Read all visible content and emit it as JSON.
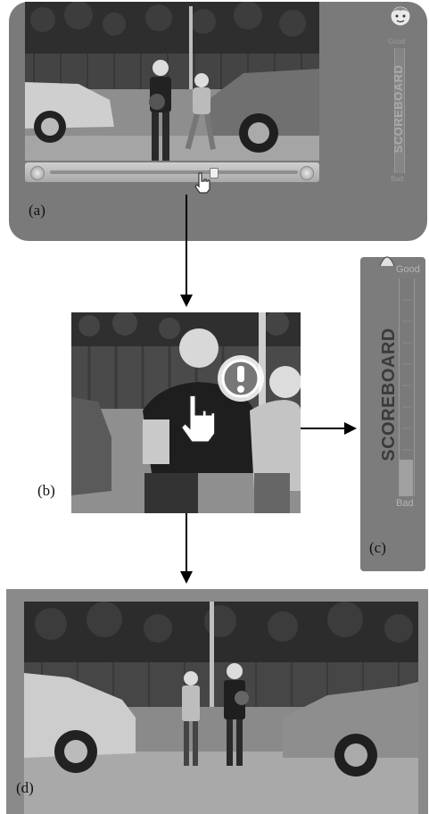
{
  "labels": {
    "a": "(a)",
    "b": "(b)",
    "c": "(c)",
    "d": "(d)"
  },
  "scoreboard": {
    "title": "SCOREBOARD",
    "good_label": "Good",
    "bad_label": "Bad",
    "level": 0.17
  },
  "video_player": {
    "progress": 0.66
  },
  "icons": {
    "cursor": "hand-pointer-icon",
    "alert": "exclamation-icon",
    "avatar": "boy-avatar-icon"
  },
  "colors": {
    "panel_gray": "#7a7a7a",
    "scoreboard_text": "#3a3a3a",
    "arrow": "#000000"
  }
}
